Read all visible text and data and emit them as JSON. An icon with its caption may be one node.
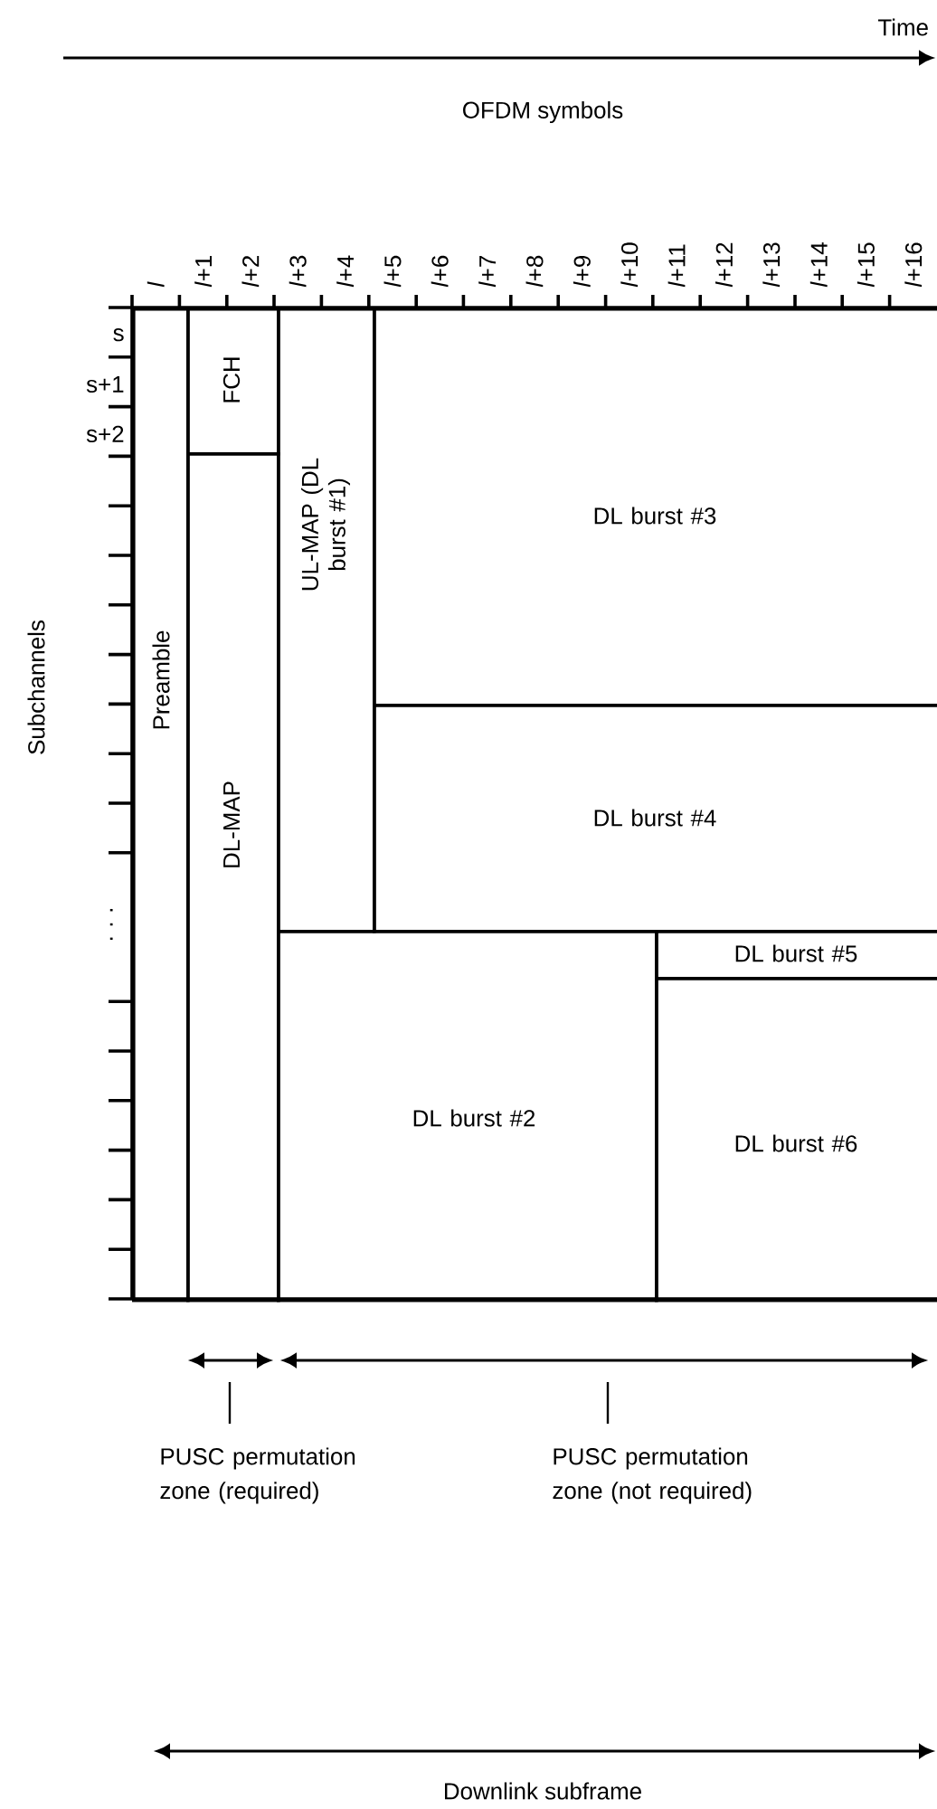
{
  "diagram": {
    "nodes": [
      {
        "text": [
          "Preamble"
        ]
      },
      {
        "text": [
          "FCH"
        ]
      },
      {
        "text": [
          "DL-MAP"
        ]
      },
      {
        "text": [
          "UL-MAP (DL burst #1)"
        ]
      },
      {
        "text": [
          "DL burst #3"
        ]
      },
      {
        "text": [
          "DL burst #4"
        ]
      },
      {
        "text": [
          "DL burst #2"
        ]
      },
      {
        "text": [
          "DL burst #5"
        ]
      },
      {
        "text": [
          "DL burst #6"
        ]
      },
      {
        "text": [
          "PUSC permutation zone (required)"
        ]
      },
      {
        "text": [
          "PUSC permutation zone (not required)"
        ]
      }
    ],
    "edges": [
      {
        "from": 9,
        "to": null,
        "arrow": "none"
      },
      {
        "from": 10,
        "to": null,
        "arrow": "none"
      }
    ],
    "labels": [
      "Time",
      "OFDM symbols",
      "l",
      "*l*+1",
      "*l*+2",
      "*l*+3",
      "*l*+4",
      "*l*+5",
      "*l*+6",
      "*l*+7",
      "*l*+8",
      "*l*+9",
      "*l*+10",
      "*l*+11",
      "*l*+12",
      "*l*+13",
      "*l*+14",
      "*l*+15",
      "*l*+16",
      "s",
      "s+1",
      "s+2",
      "Subchannels",
      "· · ·",
      "Downlink subframe"
    ]
  }
}
